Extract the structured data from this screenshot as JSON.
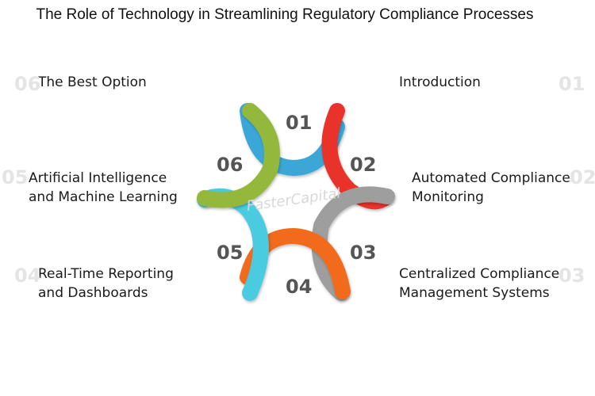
{
  "title": "The Role of Technology in Streamlining Regulatory Compliance Processes",
  "watermark": "FasterCapital",
  "items": [
    {
      "num": "01",
      "label_lines": [
        "Introduction"
      ],
      "color": "#3aa7d6"
    },
    {
      "num": "02",
      "label_lines": [
        "Automated Compliance",
        "Monitoring"
      ],
      "color": "#e8302c"
    },
    {
      "num": "03",
      "label_lines": [
        "Centralized Compliance",
        "Management Systems"
      ],
      "color": "#9e9e9e"
    },
    {
      "num": "04",
      "label_lines": [
        "Real-Time Reporting",
        "and Dashboards"
      ],
      "color": "#f26a1b"
    },
    {
      "num": "05",
      "label_lines": [
        "Artificial Intelligence",
        "and Machine Learning"
      ],
      "color": "#4ccbe0"
    },
    {
      "num": "06",
      "label_lines": [
        "The Best Option"
      ],
      "color": "#93b83a"
    }
  ]
}
